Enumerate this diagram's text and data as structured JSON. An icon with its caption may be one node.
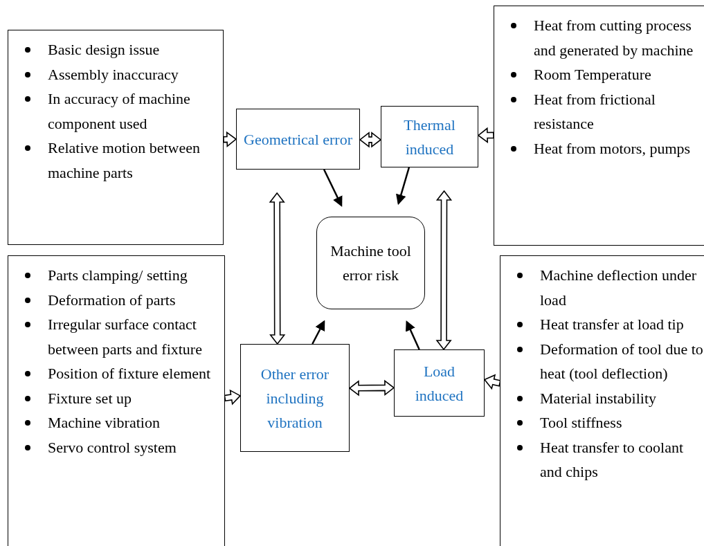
{
  "diagram": {
    "nodes": [
      {
        "text": [
          "Basic design issue",
          "Assembly inaccuracy",
          "In accuracy of machine component used",
          "Relative motion between machine parts"
        ]
      },
      {
        "text": [
          "Geometrical error"
        ]
      },
      {
        "text": [
          "Thermal induced"
        ]
      },
      {
        "text": [
          "Heat from cutting process and generated by machine",
          "Room Temperature",
          "Heat from frictional resistance",
          "Heat from motors, pumps"
        ]
      },
      {
        "text": [
          "Machine tool error risk"
        ]
      },
      {
        "text": [
          "Parts clamping/ setting",
          "Deformation of parts",
          "Irregular surface contact between parts and fixture",
          "Position of fixture element",
          "Fixture set up",
          "Machine vibration",
          "Servo control system"
        ]
      },
      {
        "text": [
          "Other error including vibration"
        ]
      },
      {
        "text": [
          "Load induced"
        ]
      },
      {
        "text": [
          "Machine deflection under load",
          "Heat transfer at load tip",
          "Deformation of tool due to heat (tool deflection)",
          "Material instability",
          "Tool stiffness",
          "Heat transfer to coolant and chips"
        ]
      }
    ],
    "edges": [
      {
        "from": 0,
        "to": 1,
        "arrow": "to",
        "style": "thick"
      },
      {
        "from": 1,
        "to": 2,
        "arrow": "both",
        "style": "thick"
      },
      {
        "from": 3,
        "to": 2,
        "arrow": "to",
        "style": "thick"
      },
      {
        "from": 1,
        "to": 4,
        "arrow": "to"
      },
      {
        "from": 2,
        "to": 4,
        "arrow": "to"
      },
      {
        "from": 1,
        "to": 6,
        "arrow": "both",
        "style": "thick"
      },
      {
        "from": 2,
        "to": 7,
        "arrow": "both",
        "style": "thick"
      },
      {
        "from": 6,
        "to": 4,
        "arrow": "to"
      },
      {
        "from": 7,
        "to": 4,
        "arrow": "to"
      },
      {
        "from": 5,
        "to": 6,
        "arrow": "to",
        "style": "thick"
      },
      {
        "from": 6,
        "to": 7,
        "arrow": "both",
        "style": "thick"
      },
      {
        "from": 8,
        "to": 7,
        "arrow": "to",
        "style": "thick"
      }
    ]
  }
}
